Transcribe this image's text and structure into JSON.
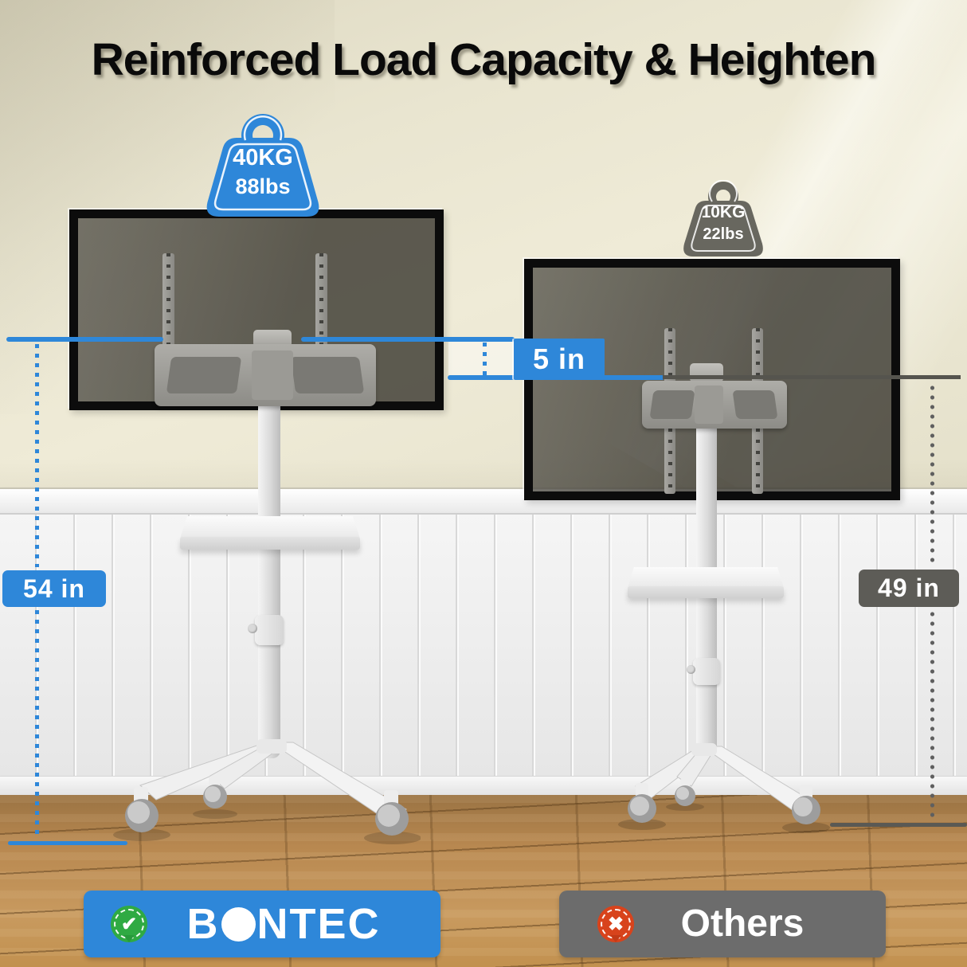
{
  "title": "Reinforced Load Capacity & Heighten",
  "comparison": {
    "bontec": {
      "load_kg": "40KG",
      "load_lbs": "88lbs",
      "height": "54 in",
      "brand": "BONTEC",
      "brand_part1": "B",
      "brand_part2": "NTEC",
      "badge_icon": "✔"
    },
    "others": {
      "load_kg": "10KG",
      "load_lbs": "22lbs",
      "height": "49 in",
      "label": "Others",
      "badge_icon": "✖"
    },
    "height_difference": "5 in"
  },
  "colors": {
    "accent_blue": "#2e87d9",
    "neutral_gray": "#5d5c57",
    "check_green": "#2faa43",
    "cross_red": "#d8431c",
    "wall_beige": "#e9e5d0",
    "floor_wood": "#b88850"
  }
}
